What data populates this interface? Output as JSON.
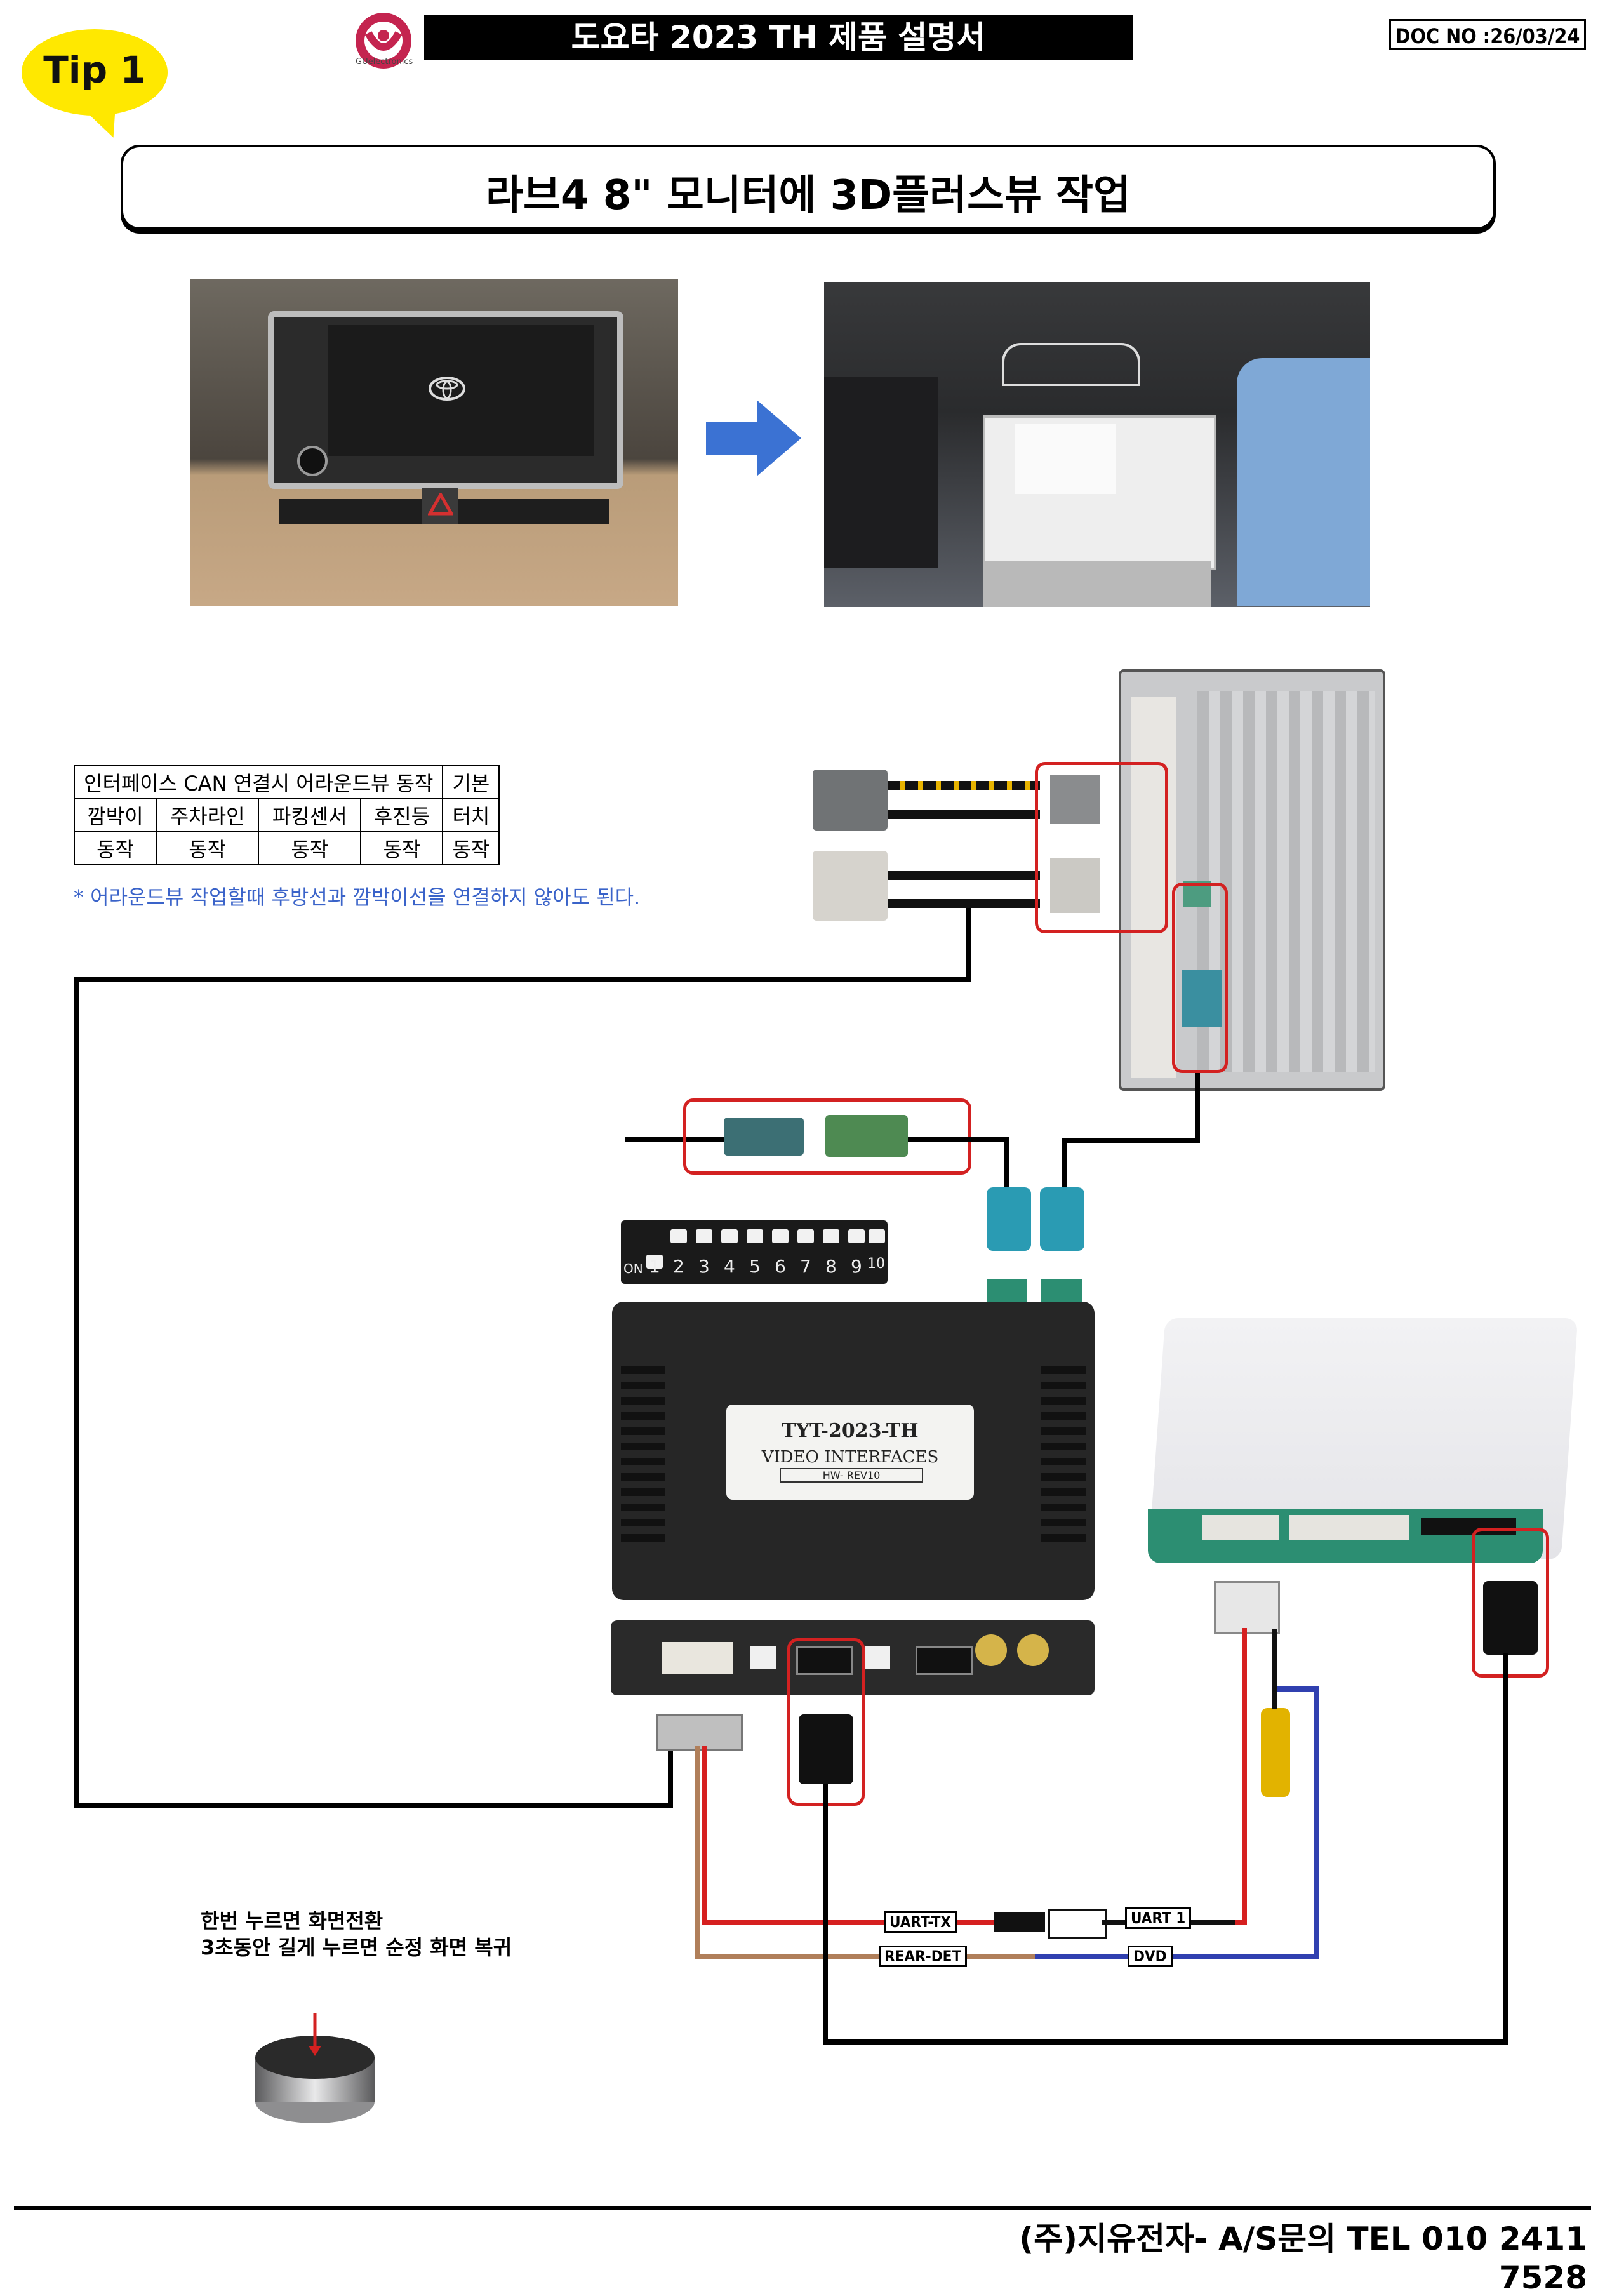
{
  "header": {
    "tip_label": "Tip 1",
    "logo_caption": "GUelectronics",
    "title": "도요타 2023 TH 제품 설명서",
    "doc_no": "DOC NO :26/03/24"
  },
  "subtitle": "라브4  8\" 모니터에 3D플러스뷰 작업",
  "spec_table": {
    "header_cells": [
      "인터페이스 CAN 연결시 어라운드뷰 동작",
      "기본"
    ],
    "row1": [
      "깜박이",
      "주차라인",
      "파킹센서",
      "후진등",
      "터치"
    ],
    "row2": [
      "동작",
      "동작",
      "동작",
      "동작",
      "동작"
    ]
  },
  "note": "* 어라운드뷰 작업할때 후방선과 깜박이선을 연결하지 않아도 된다.",
  "dip_switch": {
    "on_label": "ON",
    "numbers": [
      "1",
      "2",
      "3",
      "4",
      "5",
      "6",
      "7",
      "8",
      "9",
      "10"
    ]
  },
  "interface_box": {
    "model": "TYT-2023-TH",
    "line2": "VIDEO INTERFACES",
    "revision": "HW- REV10"
  },
  "wire_labels": {
    "uart_tx": "UART-TX",
    "uart_1": "UART 1",
    "rear_det": "REAR-DET",
    "dvd": "DVD"
  },
  "button_note": {
    "line1": "한번 누르면 화면전환",
    "line2": "3초동안 길게 누르면 순정 화면 복귀"
  },
  "footer": "(주)지유전자- A/S문의 TEL 010 2411 7528",
  "colors": {
    "tip_yellow": "#ffe800",
    "highlight_red": "#d32121",
    "note_blue": "#3a63c9",
    "arrow_blue": "#3b72d3",
    "teal_connector": "#2a9bb3"
  }
}
